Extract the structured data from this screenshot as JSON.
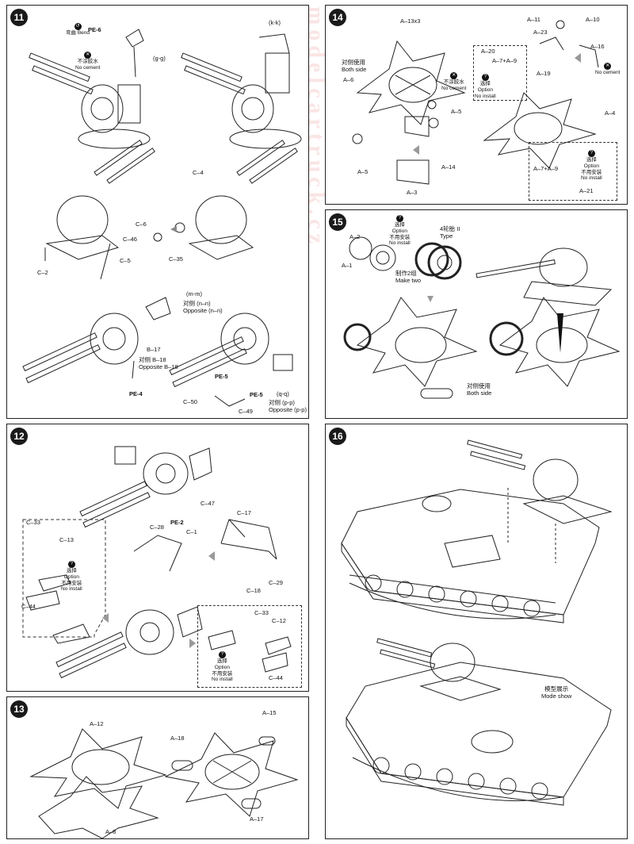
{
  "watermark": "modelcartruck.cz",
  "steps": {
    "s11": {
      "number": "11",
      "labels": {
        "pe6": "PE-6",
        "bend_cn": "弯曲",
        "bend": "Bend",
        "nocement_cn": "不涂胶水",
        "nocement": "No cement",
        "gg": "(g-g)",
        "kk": "(k-k)",
        "c4": "C–4",
        "c6": "C–6",
        "c46": "C–46",
        "c5": "C–5",
        "c35": "C–35",
        "c2": "C–2",
        "mm": "(m-m)",
        "opp_nn_cn": "对侧 (n–n)",
        "opp_nn": "Opposite (n–n)",
        "b17": "B–17",
        "opp_b18_cn": "对侧 B–18",
        "opp_b18": "Opposite B–18",
        "pe4": "PE-4",
        "pe5a": "PE-5",
        "pe5b": "PE-5",
        "c50": "C–50",
        "c49": "C–49",
        "qq": "(q-q)",
        "opp_pp_cn": "对侧 (p-p)",
        "opp_pp": "Opposite (p-p)"
      }
    },
    "s12": {
      "number": "12",
      "labels": {
        "c47": "C–47",
        "c28": "C–28",
        "pe2": "PE-2",
        "c1": "C–1",
        "c17": "C–17",
        "c29": "C–29",
        "c18": "C–18",
        "c33a": "C–33",
        "c13": "C–13",
        "c44a": "C–44",
        "option_cn": "选择",
        "option": "Option",
        "noinstall_cn": "不用安装",
        "noinstall": "No install",
        "c33b": "C–33",
        "c12": "C–12",
        "c44b": "C–44"
      }
    },
    "s13": {
      "number": "13",
      "labels": {
        "a12": "A–12",
        "a8": "A–8",
        "a15": "A–15",
        "a18": "A–18",
        "a17": "A–17"
      }
    },
    "s14": {
      "number": "14",
      "labels": {
        "a13x3": "A–13x3",
        "both_side_cn": "对侧使用",
        "both_side": "Both side",
        "a6": "A–6",
        "nocement_cn": "不涂胶水",
        "nocement": "No cement",
        "a5a": "A–5",
        "a5b": "A–5",
        "a14": "A–14",
        "a3": "A–3",
        "a11": "A–11",
        "a10": "A–10",
        "a23": "A–23",
        "a20": "A–20",
        "a7a9": "A–7+A–9",
        "a19": "A–19",
        "a16": "A–16",
        "a4": "A–4",
        "option_cn": "选择",
        "option": "Option",
        "noinstall_cn": "不用安装",
        "noinstall": "No install",
        "a7a9b": "A–7+A–9",
        "a21": "A–21"
      }
    },
    "s15": {
      "number": "15",
      "labels": {
        "a2": "A–2",
        "a1": "A–1",
        "option_cn": "选择",
        "option": "Option",
        "noinstall_cn": "不用安装",
        "noinstall": "No install",
        "type_cn": "4轮胎 II",
        "type": "Type",
        "maketwo_cn": "制作2组",
        "maketwo": "Make two",
        "both_side_cn": "对侧使用",
        "both_side": "Both side"
      }
    },
    "s16": {
      "number": "16",
      "labels": {
        "modeshow_cn": "模型展示",
        "modeshow": "Mode show"
      }
    }
  }
}
